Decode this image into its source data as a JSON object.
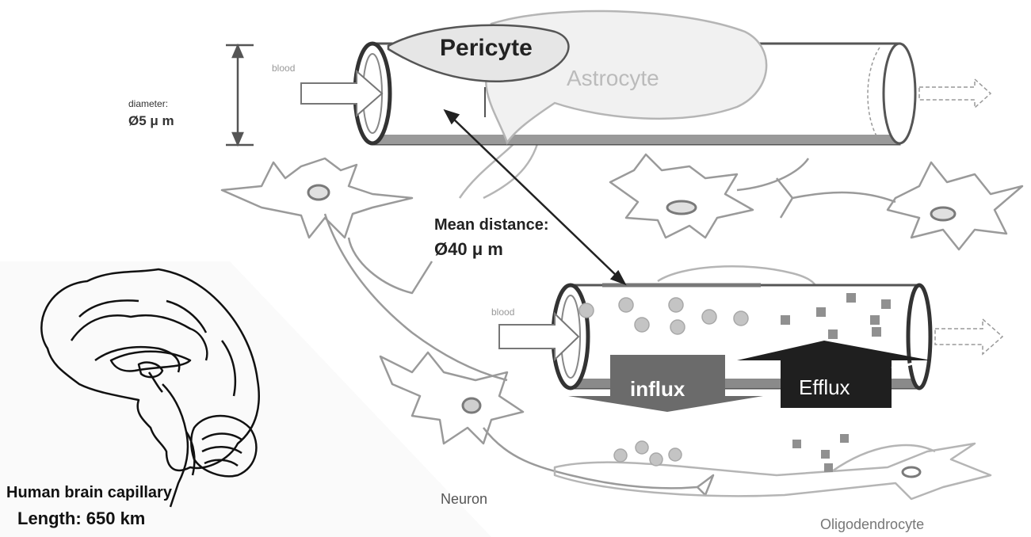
{
  "labels": {
    "pericyte": "Pericyte",
    "astrocyte": "Astrocyte",
    "blood_top": "blood",
    "diameter_title": "diameter:",
    "diameter_value": "Ø5 μ m",
    "mean_distance_title": "Mean distance:",
    "mean_distance_value": "Ø40 μ m",
    "blood_bottom": "blood",
    "influx": "influx",
    "efflux": "Efflux",
    "neuron": "Neuron",
    "oligodendrocyte": "Oligodendrocyte",
    "capillary_title": "Human brain capillary",
    "capillary_length": "Length: 650 km"
  },
  "colors": {
    "vessel_wall": "#555555",
    "pericyte_fill": "#e6e6e6",
    "astrocyte_text": "#bbbbbb",
    "neuron_stroke": "#9a9a9a",
    "nucleus": "#7a7a7a",
    "particle_circle": "#c4c4c4",
    "particle_square": "#909090",
    "influx_arrow": "#6b6b6b",
    "efflux_arrow": "#222222"
  }
}
